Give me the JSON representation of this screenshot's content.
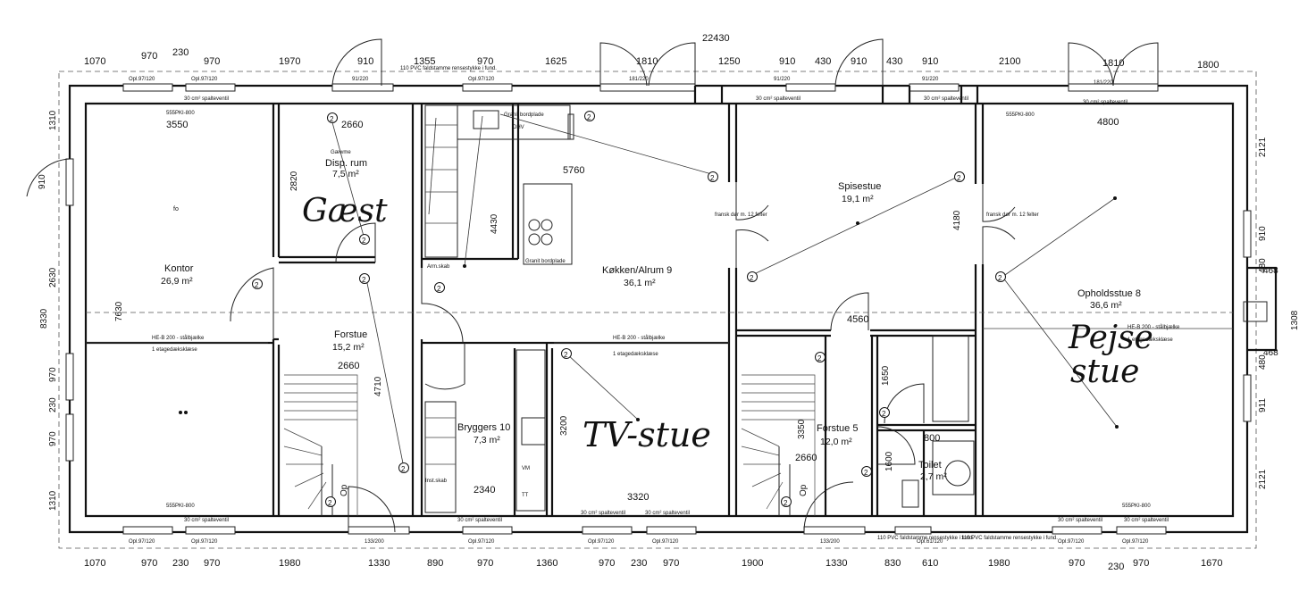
{
  "overall_dim": "22430",
  "top_dims": [
    "1070",
    "970",
    "230",
    "970",
    "1970",
    "910",
    "1355",
    "970",
    "1625",
    "1810",
    "1250",
    "910",
    "430",
    "910",
    "430",
    "910",
    "2100",
    "1810",
    "1800"
  ],
  "bottom_dims": [
    "1070",
    "970",
    "230",
    "970",
    "1980",
    "1330",
    "890",
    "970",
    "1360",
    "970",
    "230",
    "970",
    "1900",
    "1330",
    "830",
    "610",
    "1980",
    "970",
    "230",
    "970",
    "1670"
  ],
  "left_dims": [
    "1310",
    "910",
    "2630",
    "8330",
    "7630",
    "970",
    "230",
    "970",
    "1310"
  ],
  "right_dims": [
    "2121",
    "910",
    "480",
    "468",
    "1308",
    "480",
    "468",
    "911",
    "2121"
  ],
  "rooms": {
    "kontor": {
      "name": "Kontor",
      "area": "26,9 m²"
    },
    "disp": {
      "name": "Disp. rum",
      "area": "7,5 m²",
      "prefix": "Gæwme"
    },
    "forstue": {
      "name": "Forstue",
      "area": "15,2 m²"
    },
    "kokken": {
      "name": "Køkken/Alrum 9",
      "area": "36,1 m²"
    },
    "spisestue": {
      "name": "Spisestue",
      "area": "19,1 m²"
    },
    "ophold": {
      "name": "Opholdsstue 8",
      "area": "36,6 m²"
    },
    "bryggers": {
      "name": "Bryggers 10",
      "area": "7,3 m²"
    },
    "forstue5": {
      "name": "Forstue 5",
      "area": "12,0 m²"
    },
    "toilet": {
      "name": "Toilet",
      "area": "2,7 m²"
    }
  },
  "inner_dims": [
    "3550",
    "2660",
    "2820",
    "5760",
    "4430",
    "4800",
    "4180",
    "4560",
    "2660",
    "4710",
    "3200",
    "3320",
    "2340",
    "3350",
    "2660",
    "1650",
    "800",
    "1600"
  ],
  "notes": {
    "beam_left": "HE-B 200 - stålbjælke",
    "beam_mid": "HE-B 200 - stålbjælke",
    "beam_right": "HE-B 200 - stålbjælke",
    "floor_left": "1 etagedæksklæse",
    "floor_mid": "1 etagedæksklæse",
    "floor_right": "1 etagedæksklæse",
    "fransk_left": "fransk dør m. 12 felter",
    "fransk_right": "fransk dør m. 12 felter",
    "pvc_top": "110 PVC faldstamme rensestykke i fund.",
    "pvc_bottom1": "110 PVC faldstamme rensestykke i fund.",
    "pvc_bottom2": "110 PVC faldstamme rensestykke i fund.",
    "granit_top": "Granit bordplade",
    "granit_island": "Granit bordplade",
    "dhv": "DHV",
    "arm": "Arm.skab",
    "inst": "Inst.skab",
    "vm": "VM",
    "tt": "TT",
    "op1": "Op",
    "op2": "Op",
    "beam_label": "555PKI-800",
    "vent": "30 cm² spalteventil",
    "opl_97_120": "Opl.97/120",
    "opl_91_220": "91/220",
    "opl_181_220": "181/220",
    "opl_133_200": "133/200",
    "opl_61_120": "Opl.61/120",
    "fo": "fo"
  },
  "handwritten": {
    "gaest": "Gæst",
    "tvstue": "TV-stue",
    "pejse1": "Pejse",
    "pejse2": "stue"
  }
}
